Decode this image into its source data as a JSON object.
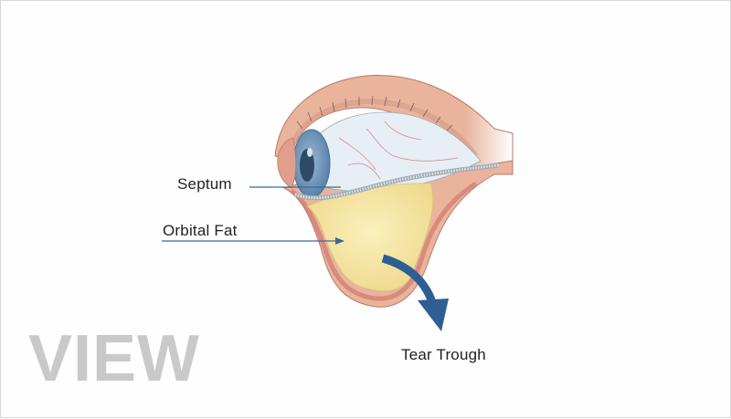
{
  "diagram": {
    "subject": "Lower eyelid anatomy cross-section",
    "labels": {
      "septum": "Septum",
      "orbital_fat": "Orbital Fat",
      "tear_trough": "Tear Trough"
    },
    "watermark": "VIEW",
    "colors": {
      "leader_line": "#3b6a94",
      "arrow": "#2e5f94",
      "fat": "#f5e7a6",
      "skin": "#e9b49b",
      "muscle": "#d88a7e",
      "sclera": "#e8eef5",
      "iris": "#6b90b5",
      "watermark": "#c9c9c9"
    }
  }
}
